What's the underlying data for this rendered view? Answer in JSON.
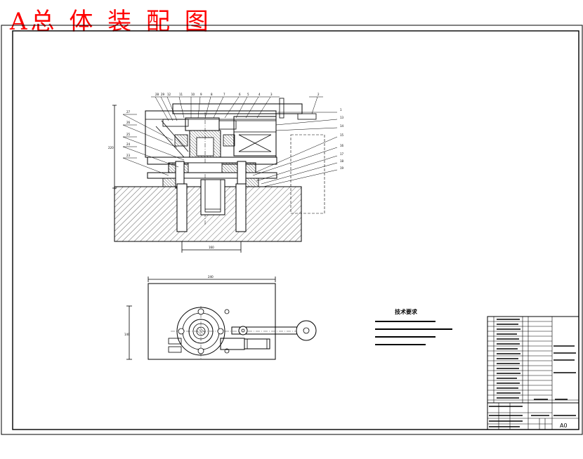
{
  "title": "A总 体 装 配 图",
  "technical_requirements": {
    "heading": "技术要求"
  },
  "title_block": {
    "sheet_size": "A0"
  },
  "colors": {
    "title": "#ff0000",
    "lines": "#000000",
    "background": "#ffffff"
  }
}
